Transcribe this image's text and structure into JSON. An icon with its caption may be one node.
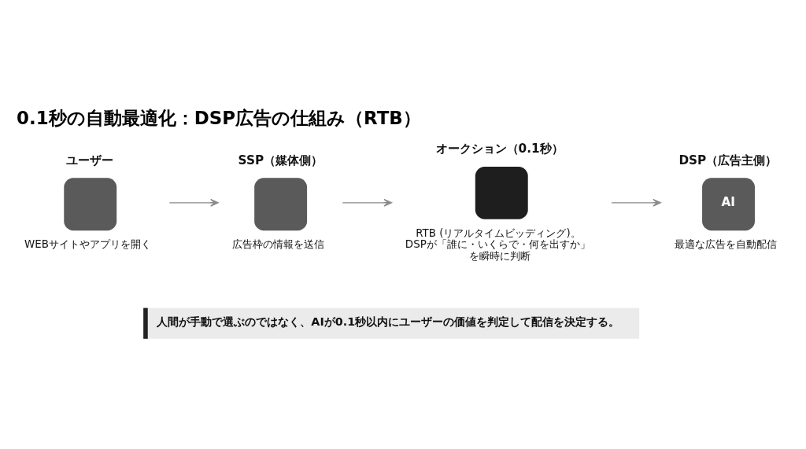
{
  "diagram": {
    "title": "0.1秒の自動最適化：DSP広告の仕組み（RTB）",
    "nodes": [
      {
        "text": [
          "ユーザー"
        ],
        "beside": [
          "WEBサイトやアプリを開く"
        ]
      },
      {
        "text": [
          "SSP（媒体側）"
        ],
        "beside": [
          "広告枠の情報を送信"
        ]
      },
      {
        "text": [
          "オークション（0.1秒）"
        ],
        "beside": [
          "RTB (リアルタイムビッディング)。DSPが「誰に・いくらで・何を出すか」を瞬時に判断"
        ]
      },
      {
        "text": [
          "DSP（広告主側）",
          "AI"
        ],
        "beside": [
          "最適な広告を自動配信"
        ]
      }
    ],
    "edges": [
      {
        "from": 0,
        "to": 1,
        "arrow": "to"
      },
      {
        "from": 1,
        "to": 2,
        "arrow": "to"
      },
      {
        "from": 2,
        "to": 3,
        "arrow": "to"
      }
    ],
    "labels": [
      "人間が手動で選ぶのではなく、AIが0.1秒以内にユーザーの価値を判定して配信を決定する。"
    ]
  }
}
